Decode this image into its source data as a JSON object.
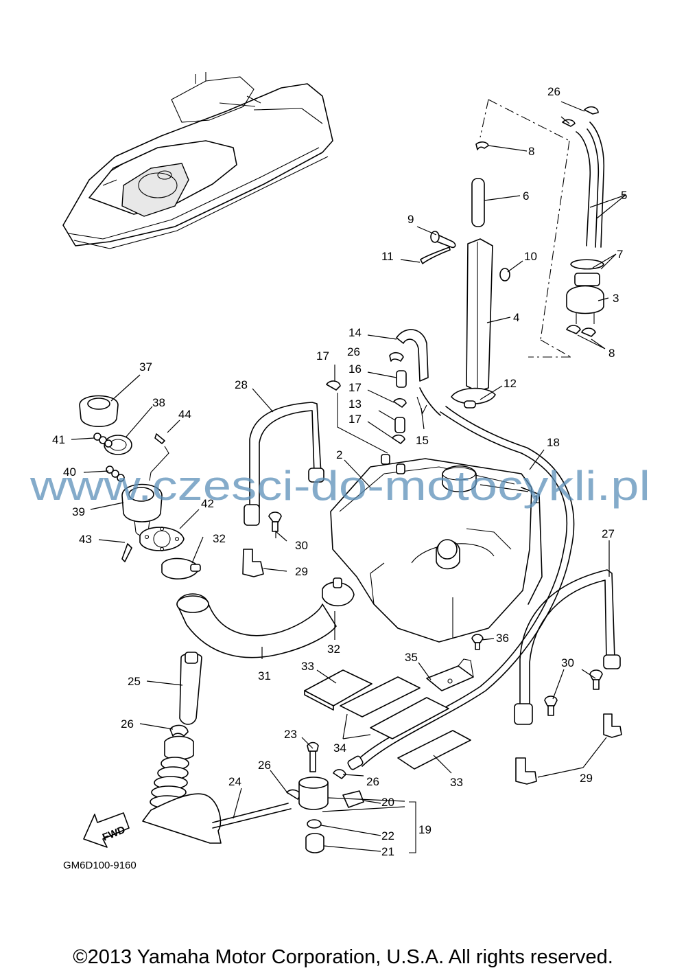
{
  "diagram": {
    "callouts": [
      "1",
      "2",
      "3",
      "4",
      "5",
      "6",
      "7",
      "8",
      "8",
      "9",
      "10",
      "11",
      "12",
      "13",
      "14",
      "15",
      "16",
      "17",
      "17",
      "17",
      "18",
      "19",
      "20",
      "21",
      "22",
      "23",
      "24",
      "25",
      "26",
      "26",
      "26",
      "26",
      "26",
      "27",
      "28",
      "29",
      "29",
      "30",
      "30",
      "31",
      "32",
      "32",
      "33",
      "33",
      "34",
      "35",
      "36",
      "37",
      "38",
      "39",
      "40",
      "41",
      "42",
      "43",
      "44"
    ],
    "code": "GM6D100-9160",
    "fwd_label": "FWD",
    "watermark": "www.czesci-do-motocykli.pl"
  },
  "footer": {
    "copyright": "©2013 Yamaha Motor Corporation, U.S.A. All rights reserved."
  }
}
